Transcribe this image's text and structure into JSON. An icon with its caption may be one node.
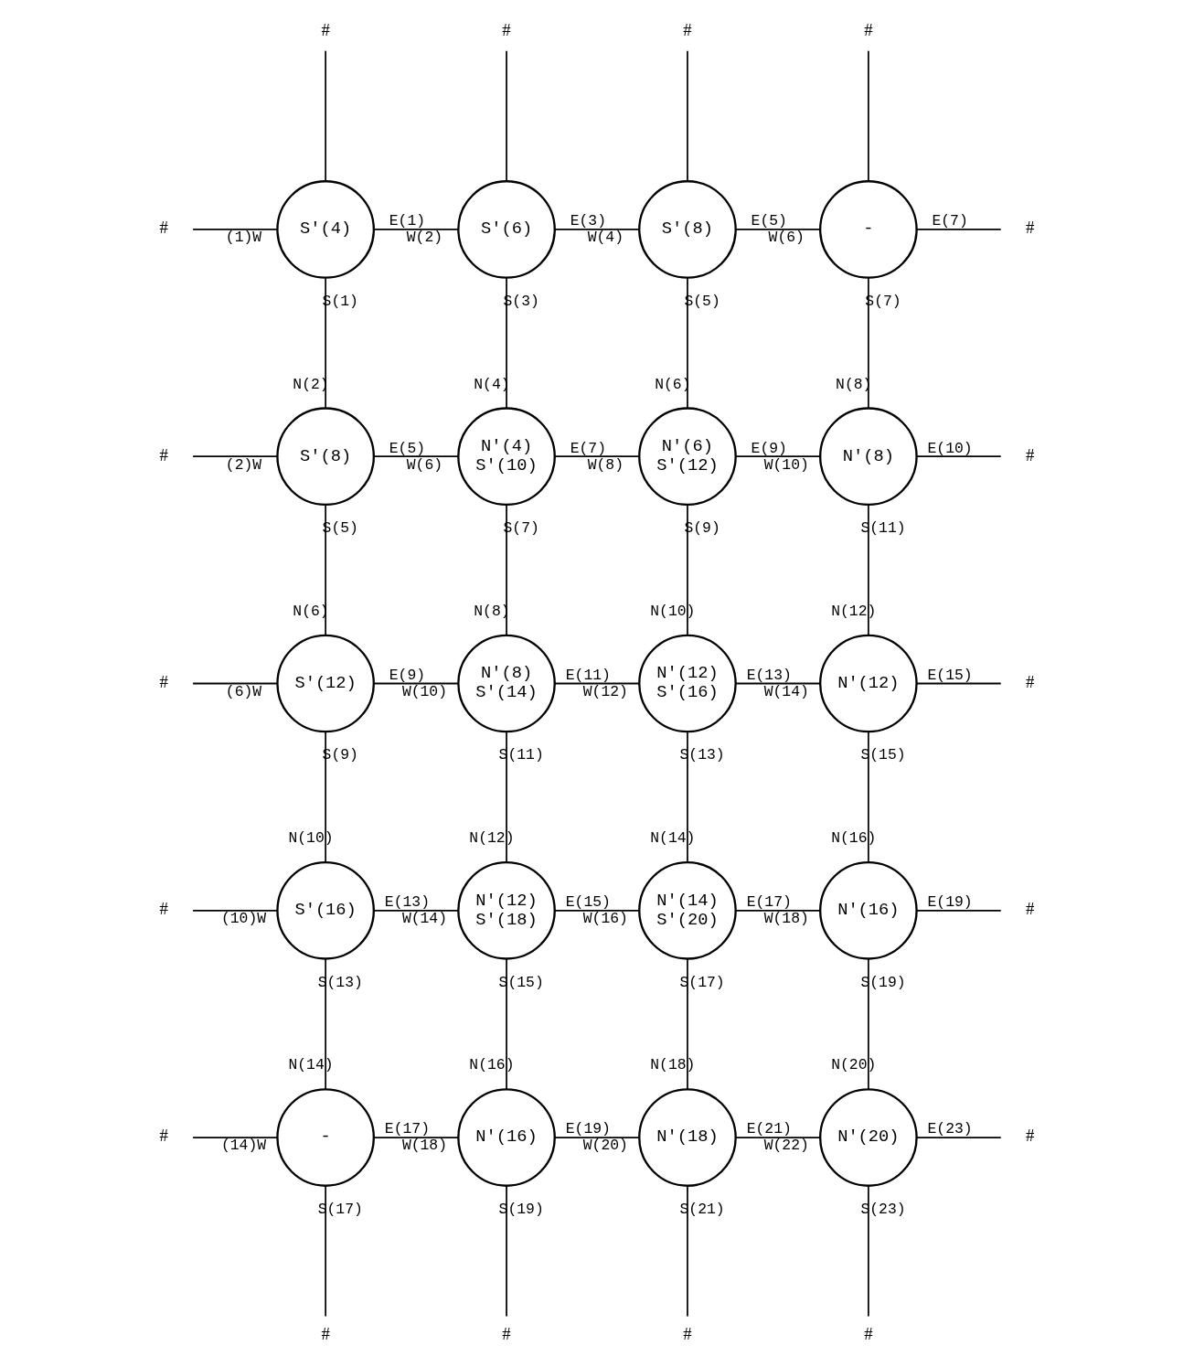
{
  "diagram": {
    "nodes": [
      {
        "text": [
          "#"
        ]
      },
      {
        "text": [
          "#"
        ]
      },
      {
        "text": [
          "#"
        ]
      },
      {
        "text": [
          "#"
        ]
      },
      {
        "text": [
          "#"
        ]
      },
      {
        "text": [
          "S'(4)"
        ],
        "beside": [
          "(1)W",
          "E(1)",
          "S(1)"
        ]
      },
      {
        "text": [
          "S'(6)"
        ],
        "beside": [
          "W(2)",
          "E(3)",
          "S(3)"
        ]
      },
      {
        "text": [
          "S'(8)"
        ],
        "beside": [
          "W(4)",
          "E(5)",
          "S(5)"
        ]
      },
      {
        "text": [
          "-"
        ],
        "beside": [
          "W(6)",
          "E(7)",
          "S(7)"
        ]
      },
      {
        "text": [
          "#"
        ]
      },
      {
        "text": [
          "#"
        ]
      },
      {
        "text": [
          "S'(8)"
        ],
        "beside": [
          "N(2)",
          "(2)W",
          "E(5)",
          "S(5)"
        ]
      },
      {
        "text": [
          "N'(4)",
          "S'(10)"
        ],
        "beside": [
          "N(4)",
          "W(6)",
          "E(7)",
          "S(7)"
        ]
      },
      {
        "text": [
          "N'(6)",
          "S'(12)"
        ],
        "beside": [
          "N(6)",
          "W(8)",
          "E(9)",
          "S(9)"
        ]
      },
      {
        "text": [
          "N'(8)"
        ],
        "beside": [
          "N(8)",
          "W(10)",
          "E(10)",
          "S(11)"
        ]
      },
      {
        "text": [
          "#"
        ]
      },
      {
        "text": [
          "#"
        ]
      },
      {
        "text": [
          "S'(12)"
        ],
        "beside": [
          "N(6)",
          "(6)W",
          "E(9)",
          "S(9)"
        ]
      },
      {
        "text": [
          "N'(8)",
          "S'(14)"
        ],
        "beside": [
          "N(8)",
          "W(10)",
          "E(11)",
          "S(11)"
        ]
      },
      {
        "text": [
          "N'(12)",
          "S'(16)"
        ],
        "beside": [
          "N(10)",
          "W(12)",
          "E(13)",
          "S(13)"
        ]
      },
      {
        "text": [
          "N'(12)"
        ],
        "beside": [
          "N(12)",
          "W(14)",
          "E(15)",
          "S(15)"
        ]
      },
      {
        "text": [
          "#"
        ]
      },
      {
        "text": [
          "#"
        ]
      },
      {
        "text": [
          "S'(16)"
        ],
        "beside": [
          "N(10)",
          "(10)W",
          "E(13)",
          "S(13)"
        ]
      },
      {
        "text": [
          "N'(12)",
          "S'(18)"
        ],
        "beside": [
          "N(12)",
          "W(14)",
          "E(15)",
          "S(15)"
        ]
      },
      {
        "text": [
          "N'(14)",
          "S'(20)"
        ],
        "beside": [
          "N(14)",
          "W(16)",
          "E(17)",
          "S(17)"
        ]
      },
      {
        "text": [
          "N'(16)"
        ],
        "beside": [
          "N(16)",
          "W(18)",
          "E(19)",
          "S(19)"
        ]
      },
      {
        "text": [
          "#"
        ]
      },
      {
        "text": [
          "#"
        ]
      },
      {
        "text": [
          "-"
        ],
        "beside": [
          "N(14)",
          "(14)W",
          "E(17)",
          "S(17)"
        ]
      },
      {
        "text": [
          "N'(16)"
        ],
        "beside": [
          "N(16)",
          "W(18)",
          "E(19)",
          "S(19)"
        ]
      },
      {
        "text": [
          "N'(18)"
        ],
        "beside": [
          "N(18)",
          "W(20)",
          "E(21)",
          "S(21)"
        ]
      },
      {
        "text": [
          "N'(20)"
        ],
        "beside": [
          "N(20)",
          "W(22)",
          "E(23)",
          "S(23)"
        ]
      },
      {
        "text": [
          "#"
        ]
      },
      {
        "text": [
          "#"
        ]
      },
      {
        "text": [
          "#"
        ]
      },
      {
        "text": [
          "#"
        ]
      },
      {
        "text": [
          "#"
        ]
      }
    ],
    "edges": [
      {
        "from": 0,
        "to": 5,
        "arrow": "none"
      },
      {
        "from": 1,
        "to": 6,
        "arrow": "none"
      },
      {
        "from": 2,
        "to": 7,
        "arrow": "none"
      },
      {
        "from": 3,
        "to": 8,
        "arrow": "none"
      },
      {
        "from": 4,
        "to": 5,
        "arrow": "none"
      },
      {
        "from": 5,
        "to": 6,
        "arrow": "none"
      },
      {
        "from": 6,
        "to": 7,
        "arrow": "none"
      },
      {
        "from": 7,
        "to": 8,
        "arrow": "none"
      },
      {
        "from": 8,
        "to": 9,
        "arrow": "none"
      },
      {
        "from": 5,
        "to": 11,
        "arrow": "none"
      },
      {
        "from": 6,
        "to": 12,
        "arrow": "none"
      },
      {
        "from": 7,
        "to": 13,
        "arrow": "none"
      },
      {
        "from": 8,
        "to": 14,
        "arrow": "none"
      },
      {
        "from": 10,
        "to": 11,
        "arrow": "none"
      },
      {
        "from": 11,
        "to": 12,
        "arrow": "none"
      },
      {
        "from": 12,
        "to": 13,
        "arrow": "none"
      },
      {
        "from": 13,
        "to": 14,
        "arrow": "none"
      },
      {
        "from": 14,
        "to": 15,
        "arrow": "none"
      },
      {
        "from": 11,
        "to": 17,
        "arrow": "none"
      },
      {
        "from": 12,
        "to": 18,
        "arrow": "none"
      },
      {
        "from": 13,
        "to": 19,
        "arrow": "none"
      },
      {
        "from": 14,
        "to": 20,
        "arrow": "none"
      },
      {
        "from": 16,
        "to": 17,
        "arrow": "none"
      },
      {
        "from": 17,
        "to": 18,
        "arrow": "none"
      },
      {
        "from": 18,
        "to": 19,
        "arrow": "none"
      },
      {
        "from": 19,
        "to": 20,
        "arrow": "none"
      },
      {
        "from": 20,
        "to": 21,
        "arrow": "none"
      },
      {
        "from": 17,
        "to": 23,
        "arrow": "none"
      },
      {
        "from": 18,
        "to": 24,
        "arrow": "none"
      },
      {
        "from": 19,
        "to": 25,
        "arrow": "none"
      },
      {
        "from": 20,
        "to": 26,
        "arrow": "none"
      },
      {
        "from": 22,
        "to": 23,
        "arrow": "none"
      },
      {
        "from": 23,
        "to": 24,
        "arrow": "none"
      },
      {
        "from": 24,
        "to": 25,
        "arrow": "none"
      },
      {
        "from": 25,
        "to": 26,
        "arrow": "none"
      },
      {
        "from": 26,
        "to": 27,
        "arrow": "none"
      },
      {
        "from": 23,
        "to": 29,
        "arrow": "none"
      },
      {
        "from": 24,
        "to": 30,
        "arrow": "none"
      },
      {
        "from": 25,
        "to": 31,
        "arrow": "none"
      },
      {
        "from": 26,
        "to": 32,
        "arrow": "none"
      },
      {
        "from": 28,
        "to": 29,
        "arrow": "none"
      },
      {
        "from": 29,
        "to": 30,
        "arrow": "none"
      },
      {
        "from": 30,
        "to": 31,
        "arrow": "none"
      },
      {
        "from": 31,
        "to": 32,
        "arrow": "none"
      },
      {
        "from": 32,
        "to": 33,
        "arrow": "none"
      },
      {
        "from": 29,
        "to": 34,
        "arrow": "none"
      },
      {
        "from": 30,
        "to": 35,
        "arrow": "none"
      },
      {
        "from": 31,
        "to": 36,
        "arrow": "none"
      },
      {
        "from": 32,
        "to": 37,
        "arrow": "none"
      }
    ]
  }
}
